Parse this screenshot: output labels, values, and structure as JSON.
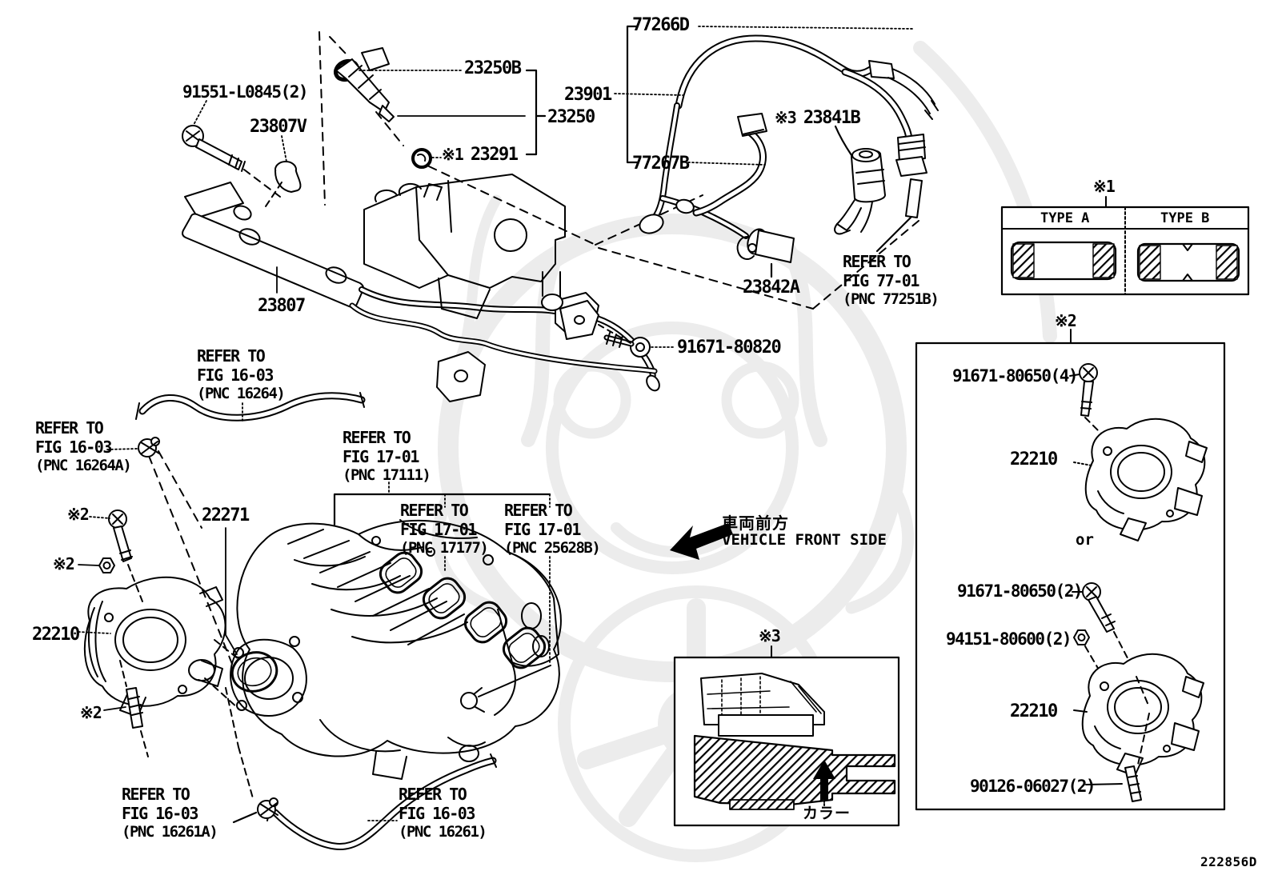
{
  "doc": {
    "code": "222856D"
  },
  "parts": {
    "p91551": "91551-L0845(2)",
    "p23807v": "23807V",
    "p23250b": "23250B",
    "p23901": "23901",
    "p23250": "23250",
    "p23291": "23291",
    "p77266d": "77266D",
    "p77267b": "77267B",
    "p23841b": "23841B",
    "p23842a": "23842A",
    "p23807": "23807",
    "p91671_80820": "91671-80820",
    "p22271": "22271",
    "p22210": "22210",
    "p91671_80650_4": "91671-80650(4)",
    "p91671_80650_2": "91671-80650(2)",
    "p94151_80600_2": "94151-80600(2)",
    "p90126_06027_2": "90126-06027(2)"
  },
  "notes": {
    "n1": "※1",
    "n2": "※2",
    "n3": "※3"
  },
  "refer": {
    "fig7701": [
      "REFER TO",
      "FIG 77-01",
      "(PNC 77251B)"
    ],
    "fig1603_16264": [
      "REFER TO",
      "FIG 16-03",
      "(PNC 16264)"
    ],
    "fig1603_16264a": [
      "REFER TO",
      "FIG 16-03",
      "(PNC 16264A)"
    ],
    "fig1701_17111": [
      "REFER TO",
      "FIG 17-01",
      "(PNC 17111)"
    ],
    "fig1701_17177": [
      "REFER TO",
      "FIG 17-01",
      "(PNC 17177)"
    ],
    "fig1701_25628b": [
      "REFER TO",
      "FIG 17-01",
      "(PNC 25628B)"
    ],
    "fig1603_16261a": [
      "REFER TO",
      "FIG 16-03",
      "(PNC 16261A)"
    ],
    "fig1603_16261": [
      "REFER TO",
      "FIG 16-03",
      "(PNC 16261)"
    ]
  },
  "front_side": {
    "jp": "車両前方",
    "en": "VEHICLE FRONT SIDE"
  },
  "insets": {
    "type_a": "TYPE A",
    "type_b": "TYPE B",
    "or": "or",
    "collar": "カラー"
  }
}
